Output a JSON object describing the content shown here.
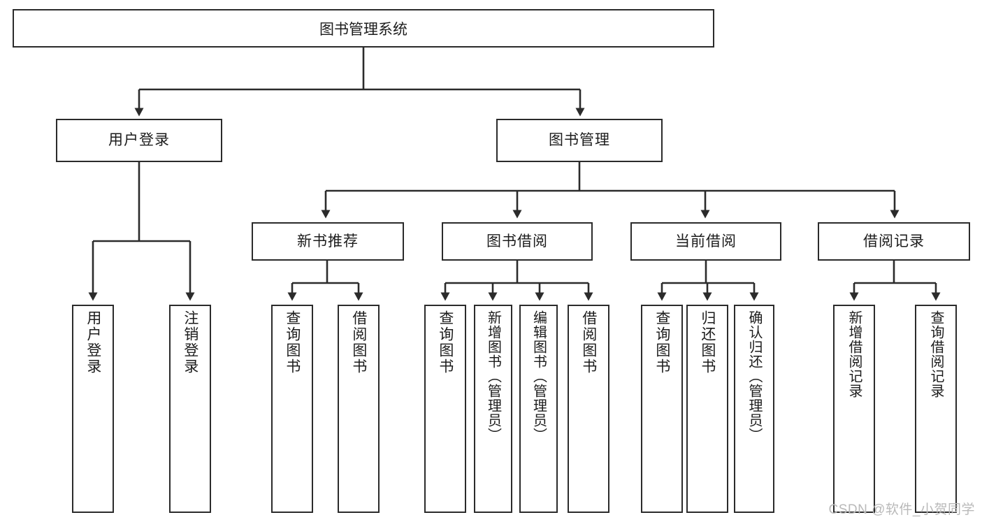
{
  "diagram": {
    "title": "图书管理系统",
    "type": "tree",
    "colors": {
      "node_border": "#2b2b2b",
      "node_fill": "#ffffff",
      "connector": "#2b2b2b",
      "text": "#1c1c1c",
      "watermark": "#b9b9b9",
      "background": "#ffffff"
    }
  },
  "root": {
    "label": "图书管理系统"
  },
  "level2": [
    {
      "label": "用户登录"
    },
    {
      "label": "图书管理"
    }
  ],
  "level3": [
    {
      "label": "新书推荐"
    },
    {
      "label": "图书借阅"
    },
    {
      "label": "当前借阅"
    },
    {
      "label": "借阅记录"
    }
  ],
  "leaves": {
    "user_login": [
      {
        "label": "用户登录"
      },
      {
        "label": "注销登录"
      }
    ],
    "new_book_recommend": [
      {
        "label": "查询图书"
      },
      {
        "label": "借阅图书"
      }
    ],
    "book_borrow": [
      {
        "label": "查询图书"
      },
      {
        "label": "新增图书（管理员）"
      },
      {
        "label": "编辑图书（管理员）"
      },
      {
        "label": "借阅图书"
      }
    ],
    "current_borrow": [
      {
        "label": "查询图书"
      },
      {
        "label": "归还图书"
      },
      {
        "label": "确认归还（管理员）"
      }
    ],
    "borrow_record": [
      {
        "label": "新增借阅记录"
      },
      {
        "label": "查询借阅记录"
      }
    ]
  },
  "watermark": {
    "text": "CSDN @软件_小贺同学"
  }
}
